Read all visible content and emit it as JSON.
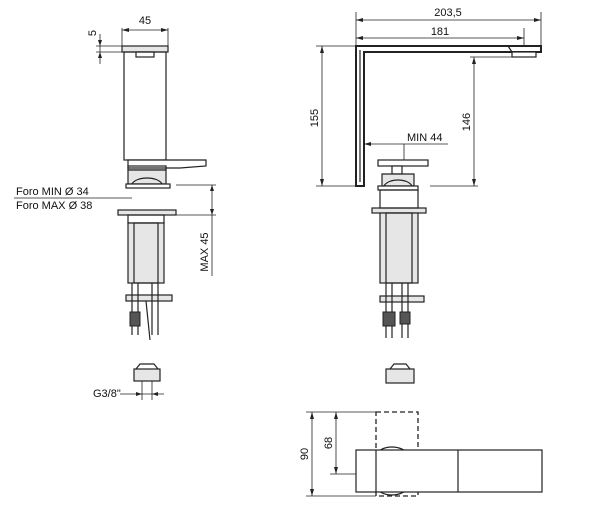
{
  "dimensions": {
    "front_width": "45",
    "front_top_thickness": "5",
    "hole_min": "Foro MIN Ø 34",
    "hole_max": "Foro MAX Ø 38",
    "max_deck": "MAX 45",
    "thread": "G3/8\"",
    "side_total_reach": "203,5",
    "side_spout_reach": "181",
    "side_total_height": "155",
    "side_outlet_height": "146",
    "side_min_clearance": "MIN  44",
    "plan_depth": "90",
    "plan_inner_depth": "68"
  }
}
